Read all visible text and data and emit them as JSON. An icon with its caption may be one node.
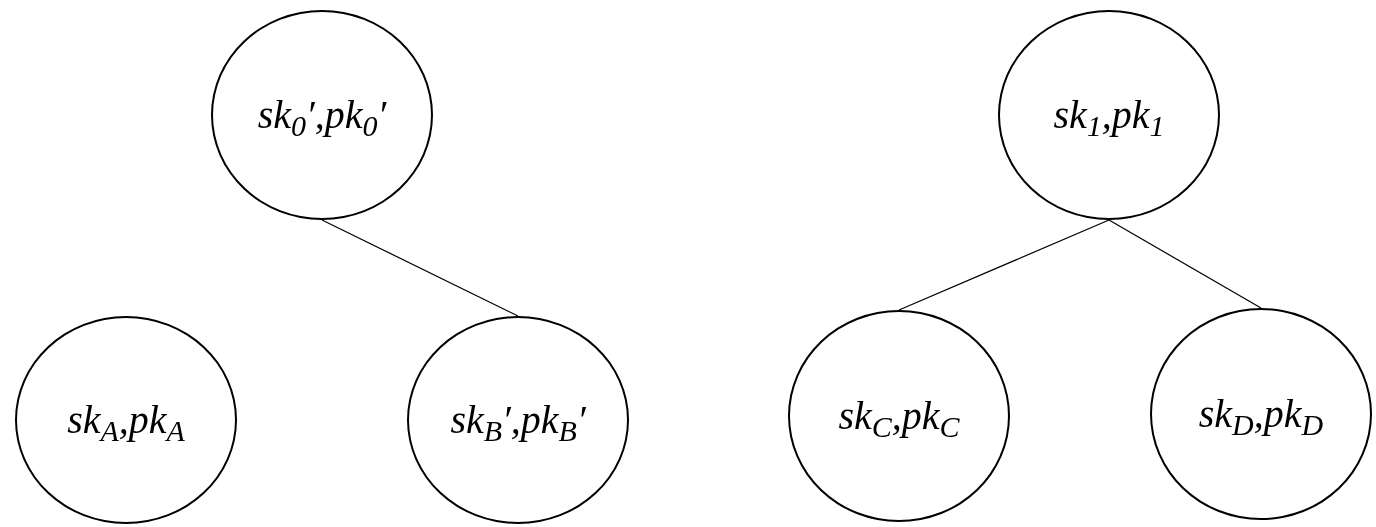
{
  "diagram": {
    "nodes": [
      {
        "text": [
          "sk$_{0}$′,pk$_{0}$′"
        ]
      },
      {
        "text": [
          "sk$_{1}$,pk$_{1}$"
        ]
      },
      {
        "text": [
          "sk$_{A}$,pk$_{A}$"
        ]
      },
      {
        "text": [
          "sk$_{B}$′,pk$_{B}$′"
        ]
      },
      {
        "text": [
          "sk$_{C}$,pk$_{C}$"
        ]
      },
      {
        "text": [
          "sk$_{D}$,pk$_{D}$"
        ]
      }
    ],
    "edges": [
      {
        "from": 0,
        "to": 3,
        "arrow": "none"
      },
      {
        "from": 1,
        "to": 4,
        "arrow": "none"
      },
      {
        "from": 1,
        "to": 5,
        "arrow": "none"
      }
    ]
  }
}
